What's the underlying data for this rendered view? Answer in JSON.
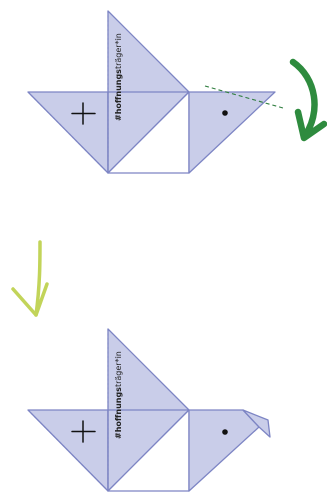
{
  "steps": [
    {
      "id": "step-before",
      "tag_bold": "#hoffnungs",
      "tag_regular": "träger*in",
      "has_fold_guide": true
    },
    {
      "id": "step-after",
      "tag_bold": "#hoffnungs",
      "tag_regular": "träger*in",
      "has_fold_guide": false
    }
  ],
  "colors": {
    "paper_tint": "#c9cde9",
    "outline": "#7d85c4",
    "rotate_arrow": "#2e8b3e",
    "next_arrow": "#c2d459",
    "fold_guide": "#2e7d3e"
  },
  "icons": {
    "rotate_arrow": "curved-arrow-clockwise-icon",
    "next_arrow": "arrow-down-icon"
  }
}
